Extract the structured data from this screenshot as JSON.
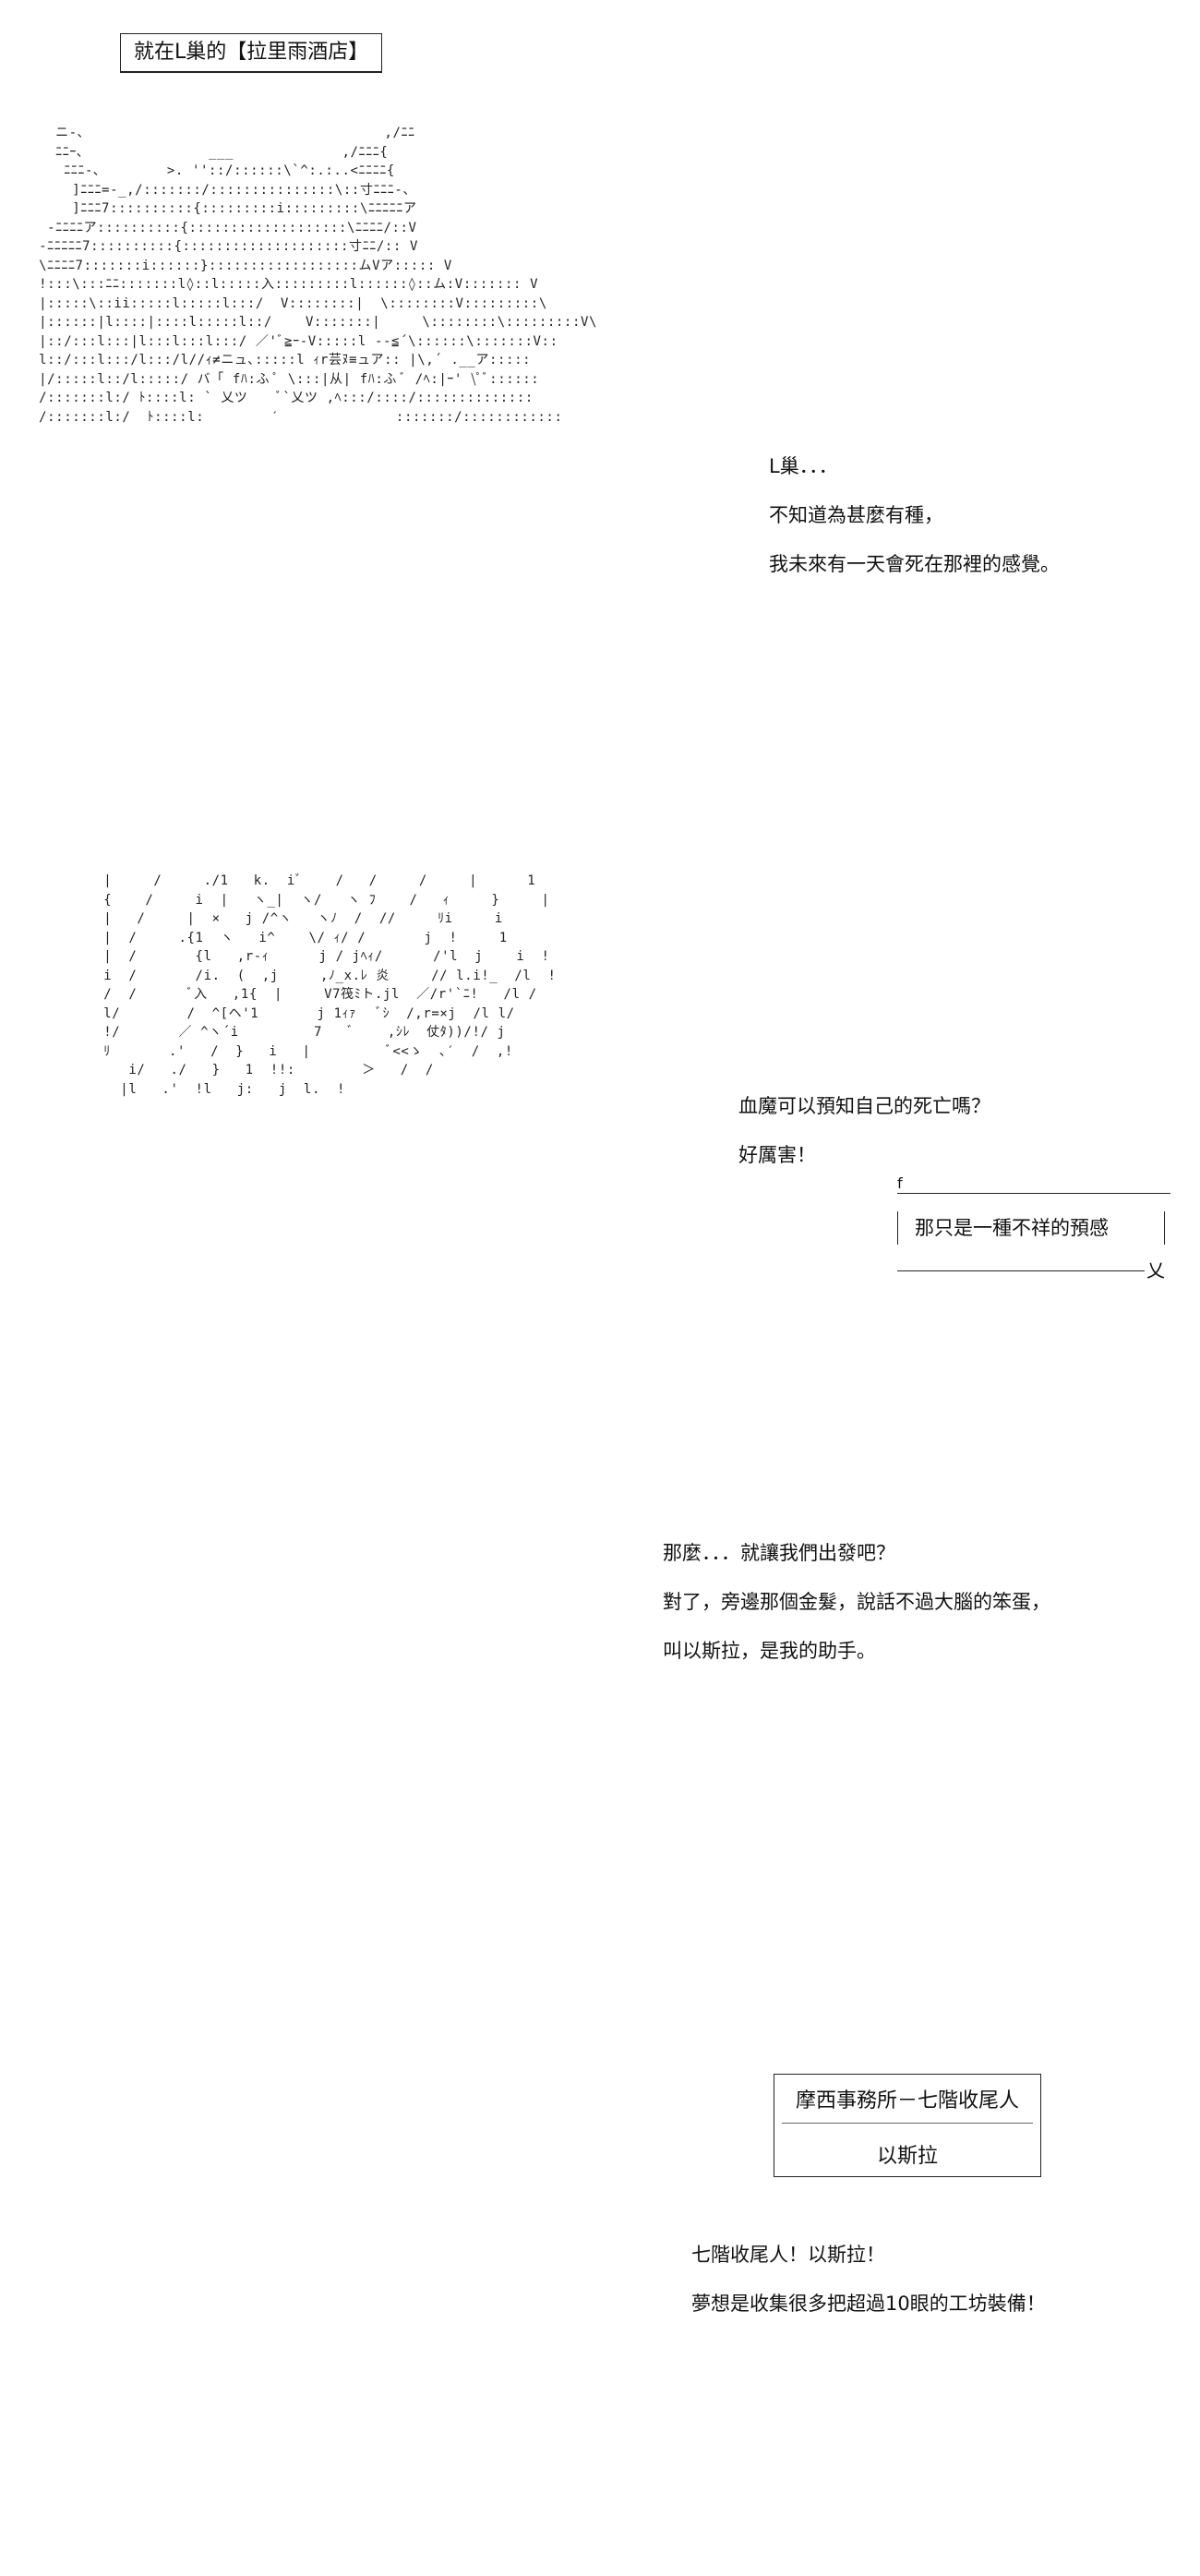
{
  "title": "就在L巢的【拉里雨酒店】",
  "panels": [
    {
      "lines": [
        "L巢．．．",
        "不知道為甚麼有種，",
        "我未來有一天會死在那裡的感覺。"
      ]
    },
    {
      "lines": [
        "血魔可以預知自己的死亡嗎？",
        "好厲害！"
      ],
      "bubble": {
        "hook": "f",
        "text": "那只是一種不祥的預感",
        "tail": "乂"
      }
    },
    {
      "lines": [
        "那麼．．．就讓我們出發吧？",
        "對了，旁邊那個金髮，說話不過大腦的笨蛋，",
        "叫以斯拉，是我的助手。"
      ]
    },
    {
      "nameplate": {
        "title": "摩西事務所－七階收尾人",
        "name": "以斯拉"
      },
      "lines": [
        "七階收尾人！以斯拉！",
        "夢想是收集很多把超過10眼的工坊裝備！"
      ]
    }
  ],
  "art": {
    "fox_girl": "      ニ-､                                    ,/ﾆﾆ\n      ﾆﾆｰ､               ___             ,/ﾆﾆﾆ{\n       ﾆﾆﾆ-､        >. ''::/::::::\\`^:.:..<ﾆﾆﾆﾆ{\n        ]ﾆﾆﾆ=-_,/:::::::/:::::::::::::::\\::寸ﾆﾆﾆ-、\n        ]ﾆﾆﾆ7::::::::::{:::::::::i:::::::::\\ﾆﾆﾆﾆﾆア\n     -ﾆﾆﾆﾆア::::::::::{:::::::::::::::::::\\ﾆﾆﾆﾆ/::V\n    -ﾆﾆﾆﾆﾆ7::::::::::{::::::::::::::::::::寸ﾆﾆ/:: V\n    \\ﾆﾆﾆﾆ7:::::::i::::::}::::::::::::::::::ムVア::::: V\n    !:::\\:::ﾆﾆ:::::::l◊::l:::::入:::::::::l::::::◊::ム:V::::::: V\n    |:::::\\::ii:::::l:::::l:::/  V::::::::|  \\::::::::V:::::::::\\\n    |::::::|l::::|::::l:::::l::/    V:::::::|     \\::::::::\\:::::::::V\\\n    |::/:::l:::|l:::l:::l:::/ ／'ﾞ≧ｰ-V:::::l --≦´\\::::::\\:::::::V::\n    l::/:::l:::/l:::/l//ｨ≠ニュ､:::::l ｨr芸ﾇ≡ュア:: |\\,´ .__ア:::::\n    |/:::::l::/l:::::/ バ「 fﾊ:ふ ﾟ \\:::|从| fﾊ:ふ ﾞ /ﾍ:|ｰ' \\ﾟﾞ::::::\n    /:::::::l:/ ﾄ::::l: ` 乂ツ    ﾞ`乂ツ ,ﾍ:::/::::/::::::::::::::\n    /:::::::l:/  ﾄ::::l:        ′              :::::::/::::::::::::\n",
    "blood_demon": "        |     /     ./1   k.  iﾞ    /   /     /     |      1\n        {    /     i  |   ヽ_|  ヽ/   ヽ ﾌ    /   ｨ     }     |\n        |   /     |  ×   j /^ヽ   ヽﾉ  /  //     ﾘi     i\n        |  /     .{1  ヽ   i^    \\/ ｨ/ /       j  !     1\n        |  /       {l   ,r-ｨ      j / jﾍｨ/      /'l  j    i  !\n        i  /       /i.  (  ,j     ,ﾉ_x.ﾚ 炎     // l.i!_  /l  !\n        /  /      ﾞ入   ,1{  |     V7筏ﾐト.jl  ／/r'`ﾆ!   /l /\n        l/        /  ^[ヘ'1       j 1ｨｧ   ﾞｼ  /,r=×j  /l l/\n        !/       ／ ^ヽ´i         7   ﾞ    ,ｼﾚ  仗ﾀ))/!/ j\n        ﾘ       .'   /  }   i   |         ﾞ<<ゝ  ､′  /  ,!\n           i/   ./   }   1  !!:        ＞   /  /\n          |l   .'  !l   j:   j  l.  !\n"
  }
}
